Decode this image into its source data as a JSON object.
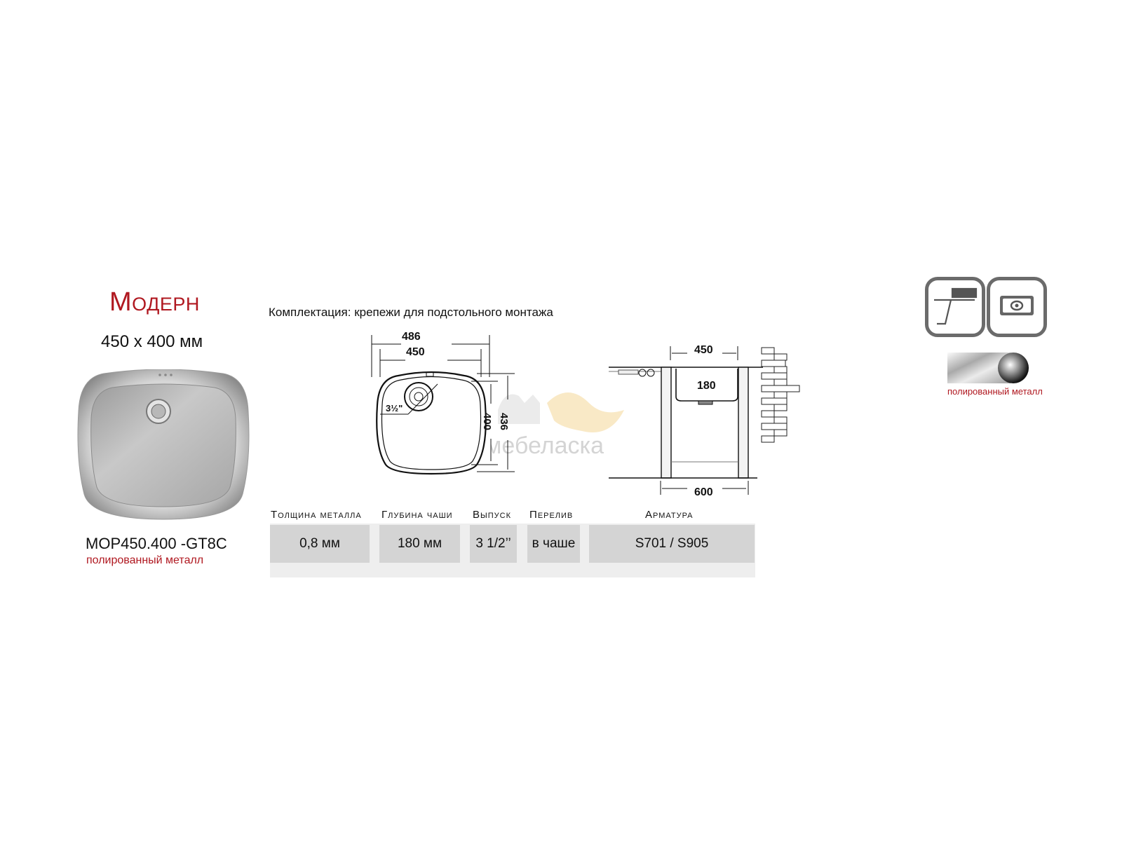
{
  "product": {
    "name": "Модерн",
    "size": "450 x 400 мм",
    "model": "MOP450.400 -GT8C",
    "finish": "полированный металл"
  },
  "kit": "Комплектация: крепежи для подстольного монтажа",
  "drawing_top": {
    "dim_outer_width": "486",
    "dim_inner_width": "450",
    "dim_inner_height": "400",
    "dim_outer_height": "436",
    "drain_size": "3½\""
  },
  "drawing_side": {
    "dim_bowl_width": "450",
    "dim_depth": "180",
    "dim_cabinet": "600"
  },
  "watermark": "мебеласка",
  "specs": {
    "headers": [
      "Толщина металла",
      "Глубина чаши",
      "Выпуск",
      "Перелив",
      "Арматура"
    ],
    "values": [
      "0,8 мм",
      "180 мм",
      "3 1/2’’",
      "в чаше",
      "S701 / S905"
    ]
  },
  "icons": {
    "undermount": "undermount-icon",
    "bowl": "bowl-icon"
  },
  "swatch_label": "полированный металл",
  "colors": {
    "accent": "#b01820",
    "cell_bg": "#d4d4d4",
    "band_bg": "#eeeeee",
    "icon_border": "#6b6b6b"
  }
}
